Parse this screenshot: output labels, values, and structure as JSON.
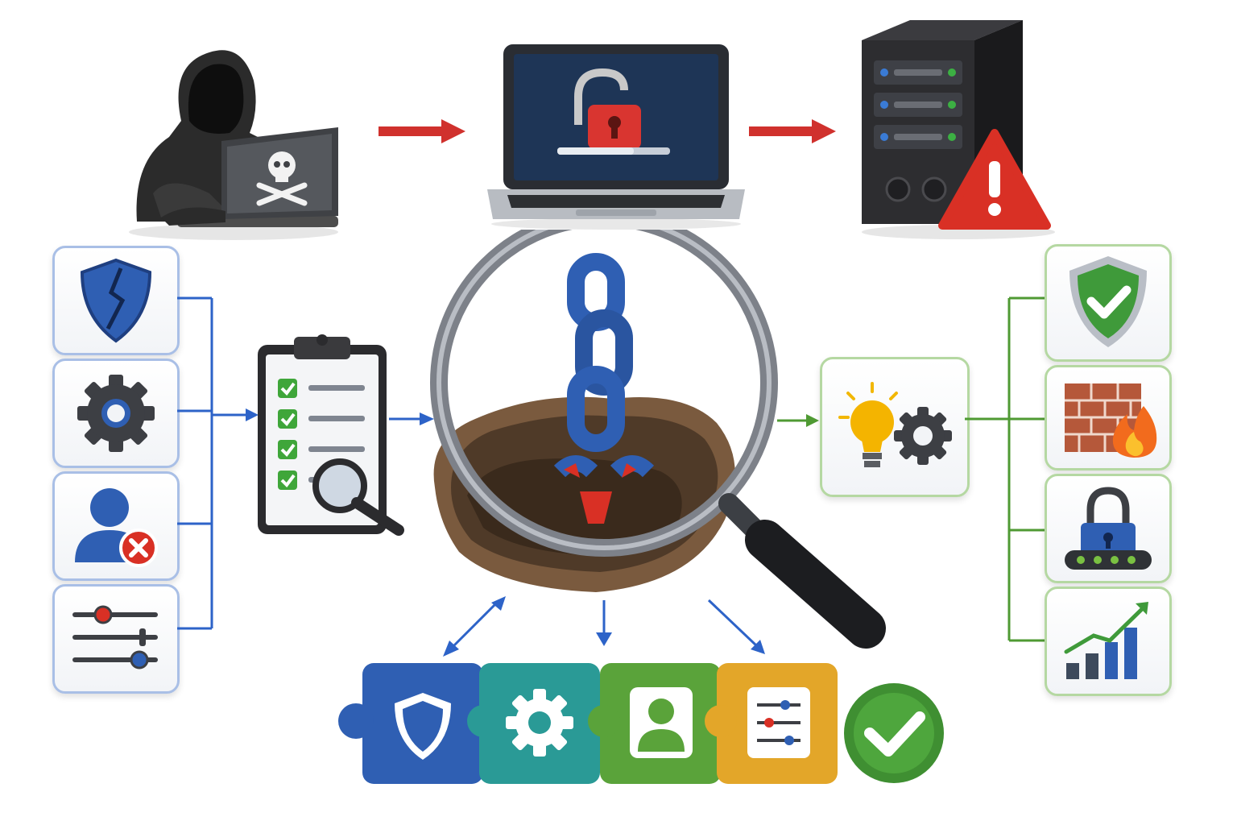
{
  "diagram": {
    "attack_chain": [
      {
        "id": "attacker",
        "icon": "hooded-hacker-laptop-skull-icon"
      },
      {
        "id": "endpoint",
        "icon": "laptop-unlocked-padlock-icon"
      },
      {
        "id": "server",
        "icon": "server-warning-icon"
      }
    ],
    "causes": [
      {
        "icon": "broken-shield-icon"
      },
      {
        "icon": "gear-icon"
      },
      {
        "icon": "user-denied-icon"
      },
      {
        "icon": "sliders-icon"
      }
    ],
    "analysis": {
      "checklist_icon": "clipboard-checklist-magnifier-icon",
      "focus_icon": "magnifier-broken-chain-icon"
    },
    "solution_icon": "lightbulb-gear-icon",
    "remediations": [
      {
        "icon": "shield-check-icon"
      },
      {
        "icon": "firewall-icon"
      },
      {
        "icon": "padlock-password-icon"
      },
      {
        "icon": "growth-chart-icon"
      }
    ],
    "puzzle_pieces": [
      {
        "icon": "shield-icon",
        "color": "#2f5fb3"
      },
      {
        "icon": "gear-icon",
        "color": "#2a9a96"
      },
      {
        "icon": "user-icon",
        "color": "#5aa33a"
      },
      {
        "icon": "sliders-icon",
        "color": "#e3a629"
      }
    ],
    "result_icon": "checkmark-circle-icon",
    "colors": {
      "attack_arrow": "#d0312d",
      "analysis_arrow": "#2d63c8",
      "remedy_arrow": "#4f9a33",
      "alert": "#d93025"
    }
  }
}
